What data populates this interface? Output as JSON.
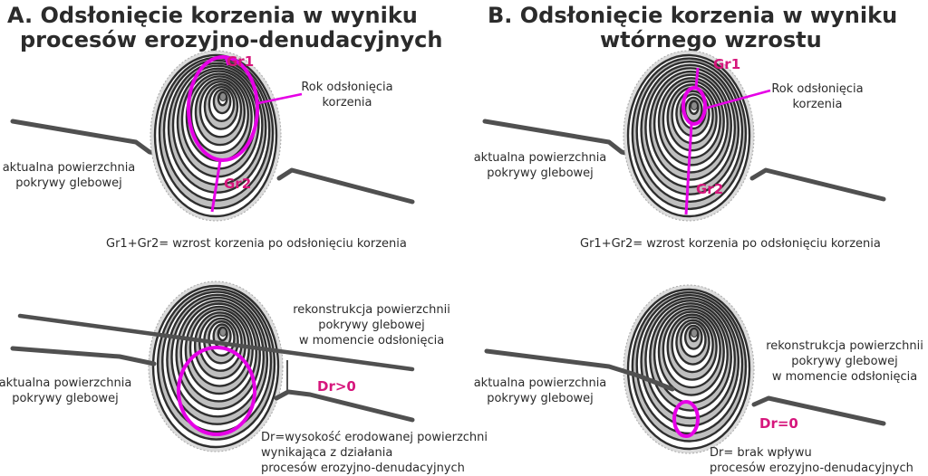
{
  "colors": {
    "magenta": "#e600e6",
    "label_pink": "#d6167c",
    "ring_dark": "#2e2e2e",
    "ring_light": "#bfbfbf",
    "ground": "#505050"
  },
  "panel_a": {
    "title_line1": "A. Odsłonięcie korzenia w wyniku",
    "title_line2": "procesów erozyjno-denudacyjnych",
    "top": {
      "gr1": "Gr1",
      "gr2": "Gr2",
      "rok_line1": "Rok odsłonięcia",
      "rok_line2": "korzenia",
      "surface_line1": "aktualna powierzchnia",
      "surface_line2": "pokrywy glebowej",
      "formula": "Gr1+Gr2= wzrost korzenia po odsłonięciu korzenia"
    },
    "bottom": {
      "recon_line1": "rekonstrukcja powierzchnii",
      "recon_line2": "pokrywy glebowej",
      "recon_line3": "w momencie odsłonięcia",
      "surface_line1": "aktualna powierzchnia",
      "surface_line2": "pokrywy glebowej",
      "dr": "Dr>0",
      "caption_line1": "Dr=wysokość erodowanej powierzchni",
      "caption_line2": "wynikająca z działania",
      "caption_line3": "procesów erozyjno-denudacyjnych"
    }
  },
  "panel_b": {
    "title_line1": "B. Odsłonięcie korzenia w wyniku",
    "title_line2": "wtórnego wzrostu",
    "top": {
      "gr1": "Gr1",
      "gr2": "Gr2",
      "rok_line1": "Rok odsłonięcia",
      "rok_line2": "korzenia",
      "surface_line1": "aktualna powierzchnia",
      "surface_line2": "pokrywy glebowej",
      "formula": "Gr1+Gr2= wzrost korzenia po odsłonięciu korzenia"
    },
    "bottom": {
      "recon_line1": "rekonstrukcja powierzchnii",
      "recon_line2": "pokrywy glebowej",
      "recon_line3": "w momencie odsłonięcia",
      "surface_line1": "aktualna powierzchnia",
      "surface_line2": "pokrywy glebowej",
      "dr": "Dr=0",
      "caption_line1": "Dr= brak wpływu",
      "caption_line2": "procesów erozyjno-denudacyjnych"
    }
  }
}
